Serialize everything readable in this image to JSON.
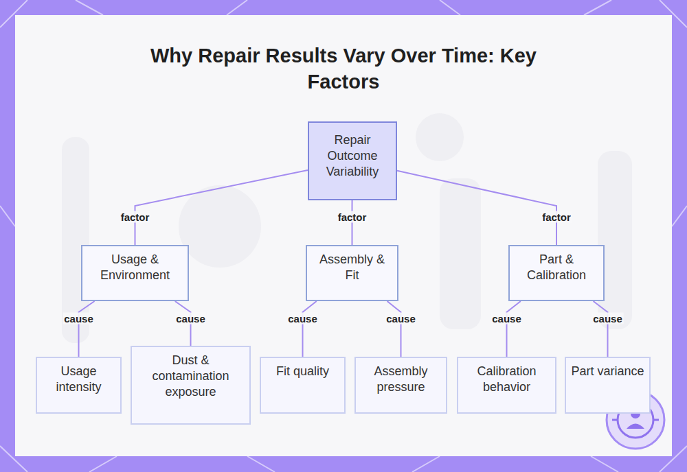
{
  "diagram": {
    "title": "Why Repair Results Vary Over Time: Key Factors",
    "nodes": [
      {
        "text": [
          "Repair Outcome Variability"
        ]
      },
      {
        "text": [
          "Usage & Environment"
        ]
      },
      {
        "text": [
          "Assembly & Fit"
        ]
      },
      {
        "text": [
          "Part & Calibration"
        ]
      },
      {
        "text": [
          "Usage intensity"
        ]
      },
      {
        "text": [
          "Dust & contamination exposure"
        ]
      },
      {
        "text": [
          "Fit quality"
        ]
      },
      {
        "text": [
          "Assembly pressure"
        ]
      },
      {
        "text": [
          "Calibration behavior"
        ]
      },
      {
        "text": [
          "Part variance"
        ]
      }
    ],
    "edges": [
      {
        "from": 0,
        "to": 1,
        "label": "factor",
        "arrow": "none"
      },
      {
        "from": 0,
        "to": 2,
        "label": "factor",
        "arrow": "none"
      },
      {
        "from": 0,
        "to": 3,
        "label": "factor",
        "arrow": "none"
      },
      {
        "from": 1,
        "to": 4,
        "label": "cause",
        "arrow": "none"
      },
      {
        "from": 1,
        "to": 5,
        "label": "cause",
        "arrow": "none"
      },
      {
        "from": 2,
        "to": 6,
        "label": "cause",
        "arrow": "none"
      },
      {
        "from": 2,
        "to": 7,
        "label": "cause",
        "arrow": "none"
      },
      {
        "from": 3,
        "to": 8,
        "label": "cause",
        "arrow": "none"
      },
      {
        "from": 3,
        "to": 9,
        "label": "cause",
        "arrow": "none"
      }
    ]
  }
}
